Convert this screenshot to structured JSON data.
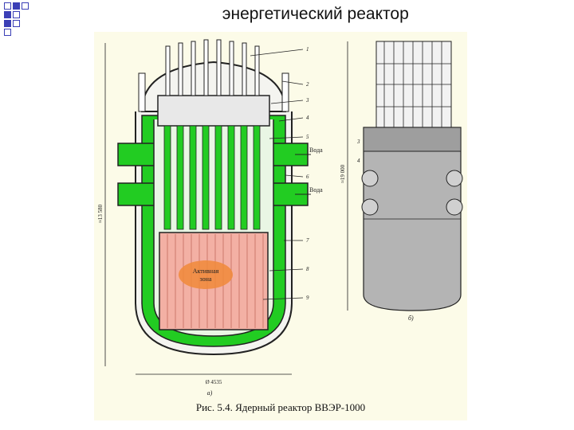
{
  "title_part1": "Водо-водяной",
  "title_part2": " энергетический реактор",
  "figure": {
    "caption": "Рис. 5.4. Ядерный реактор ВВЭР-1000",
    "core_label_1": "Активная",
    "core_label_2": "зона",
    "water_label_1": "Вода",
    "water_label_2": "Вода",
    "dim_height_a": "≈13 580",
    "dim_height_b": "≈19 000",
    "dim_width": "Ø 4535",
    "sub_label_a": "а)",
    "sub_label_b": "б)",
    "numbers_a": [
      "1",
      "2",
      "3",
      "4",
      "5",
      "6",
      "7",
      "8",
      "9"
    ],
    "numbers_b": [
      "3",
      "4"
    ]
  },
  "colors": {
    "green": "#22cc22",
    "core": "#f3b0a4",
    "bullets": "#3b3fb6",
    "vessel_grey": "#b4b4b4"
  }
}
